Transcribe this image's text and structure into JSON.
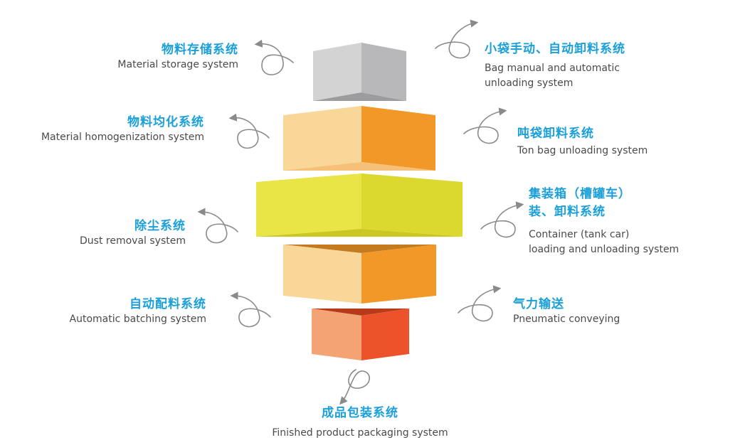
{
  "colors": {
    "label_cn": "#1a9fd8",
    "label_en": "#4a4a4a",
    "arrow": "#8a8a8a",
    "tier_gray_left": "#d3d3d4",
    "tier_gray_right": "#b8b8ba",
    "tier_orange_left": "#f9d798",
    "tier_orange_right": "#f29828",
    "tier_yellow_left": "#eae546",
    "tier_yellow_right": "#dbd92e",
    "tier_red_left": "#f3a374",
    "tier_red_right": "#ec532a"
  },
  "labels": {
    "storage": {
      "cn": "物料存储系统",
      "en": "Material storage system"
    },
    "bag": {
      "cn": "小袋手动、自动卸料系统",
      "en1": "Bag manual and automatic",
      "en2": "unloading system"
    },
    "homog": {
      "cn": "物料均化系统",
      "en": "Material homogenization  system"
    },
    "ton": {
      "cn": "吨袋卸料系统",
      "en": "Ton bag unloading system"
    },
    "dust": {
      "cn": "除尘系统",
      "en": "Dust removal system"
    },
    "container": {
      "cn1": "集装箱（槽罐车）",
      "cn2": "装、卸料系统",
      "en1": "Container (tank car)",
      "en2": "loading and unloading system"
    },
    "batching": {
      "cn": "自动配料系统",
      "en": "Automatic batching system"
    },
    "pneumatic": {
      "cn": "气力输送",
      "en": "Pneumatic conveying"
    },
    "packaging": {
      "cn": "成品包装系统",
      "en": "Finished product  packaging system"
    }
  }
}
